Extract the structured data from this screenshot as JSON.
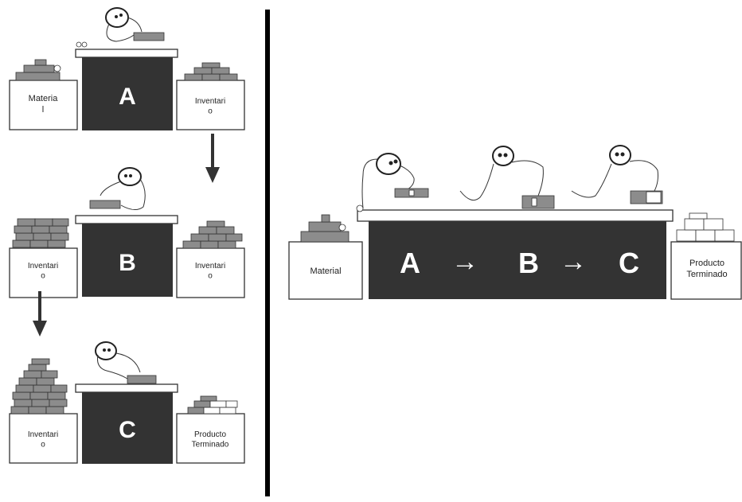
{
  "left_panel": {
    "row_a": {
      "station": "A",
      "input": "Materia\nl",
      "output": "Inventari\no"
    },
    "row_b": {
      "station": "B",
      "input": "Inventari\no",
      "output": "Inventari\no"
    },
    "row_c": {
      "station": "C",
      "input": "Inventari\no",
      "output": "Producto\nTerminado"
    }
  },
  "right_panel": {
    "input": "Material",
    "stations": [
      "A",
      "B",
      "C"
    ],
    "arrow_glyph": "→",
    "output": "Producto\nTerminado"
  },
  "colors": {
    "station_fill": "#333333",
    "part_fill": "#8c8c8c",
    "divider": "#000000"
  }
}
